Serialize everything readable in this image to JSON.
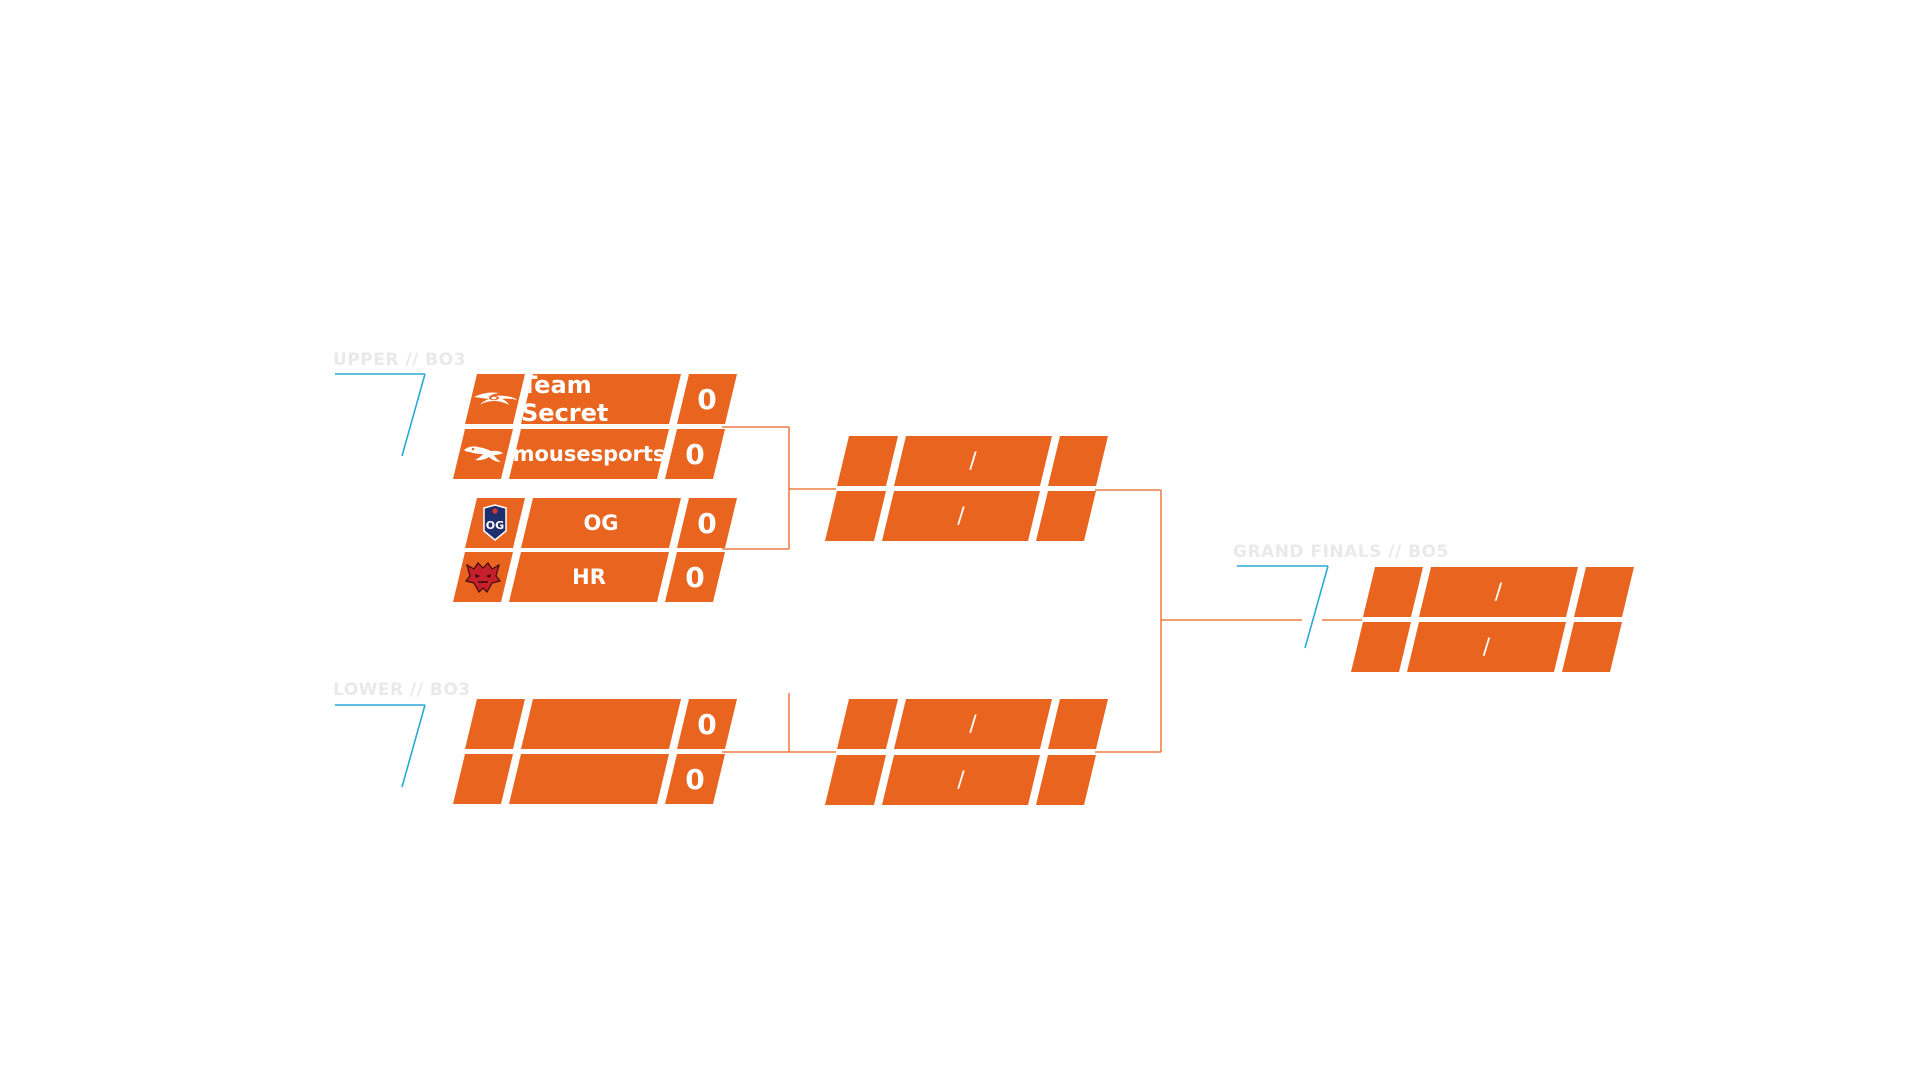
{
  "labels": {
    "upper": "UPPER // BO3",
    "lower": "LOWER // BO3",
    "grand_finals": "GRAND FINALS // BO5"
  },
  "upper_semis": [
    {
      "team1": {
        "name": "Team Secret",
        "score": "0",
        "logo": "team-secret-logo"
      },
      "team2": {
        "name": "mousesports",
        "score": "0",
        "logo": "mousesports-logo"
      }
    },
    {
      "team1": {
        "name": "OG",
        "score": "0",
        "logo": "og-logo"
      },
      "team2": {
        "name": "HR",
        "score": "0",
        "logo": "hellraisers-logo"
      }
    }
  ],
  "upper_final": {
    "row1_divider": "/",
    "row2_divider": "/"
  },
  "lower_round1": {
    "team1": {
      "name": "",
      "score": "0"
    },
    "team2": {
      "name": "",
      "score": "0"
    }
  },
  "lower_final": {
    "row1_divider": "/",
    "row2_divider": "/"
  },
  "grand_final": {
    "row1_divider": "/",
    "row2_divider": "/"
  },
  "colors": {
    "cell": "#e8641f",
    "connector": "#e8641f",
    "label_accent": "#29a9d6",
    "label_text": "#e9e9e9"
  }
}
